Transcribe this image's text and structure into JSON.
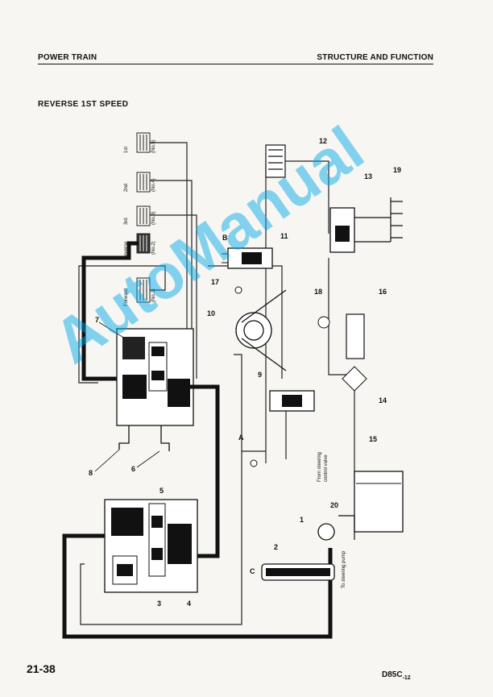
{
  "header": {
    "left": "POWER TRAIN",
    "right": "STRUCTURE AND FUNCTION"
  },
  "title": "REVERSE 1ST SPEED",
  "footer": {
    "page": "21-38",
    "model": "D85C",
    "model_sub": "-12"
  },
  "watermark": "AutoManual",
  "clutches": [
    {
      "name": "1st",
      "no": "(No.5)"
    },
    {
      "name": "2nd",
      "no": "(No.4)"
    },
    {
      "name": "3rd",
      "no": "(No.3)"
    },
    {
      "name": "Reverse",
      "no": "(No.2)"
    },
    {
      "name": "Forward",
      "no": "(No.1)"
    }
  ],
  "callouts": {
    "n1": "1",
    "n2": "2",
    "n3": "3",
    "n4": "4",
    "n5": "5",
    "n6": "6",
    "n7": "7",
    "n8": "8",
    "n9": "9",
    "n10": "10",
    "n11": "11",
    "n12": "12",
    "n13": "13",
    "n14": "14",
    "n15": "15",
    "n16": "16",
    "n17": "17",
    "n18": "18",
    "n19": "19",
    "n20": "20",
    "a": "A",
    "b": "B",
    "c": "C"
  },
  "notes": {
    "from_steering": "From steering",
    "control_valve": "control valve",
    "to_steering_pump": "To steering pump"
  }
}
